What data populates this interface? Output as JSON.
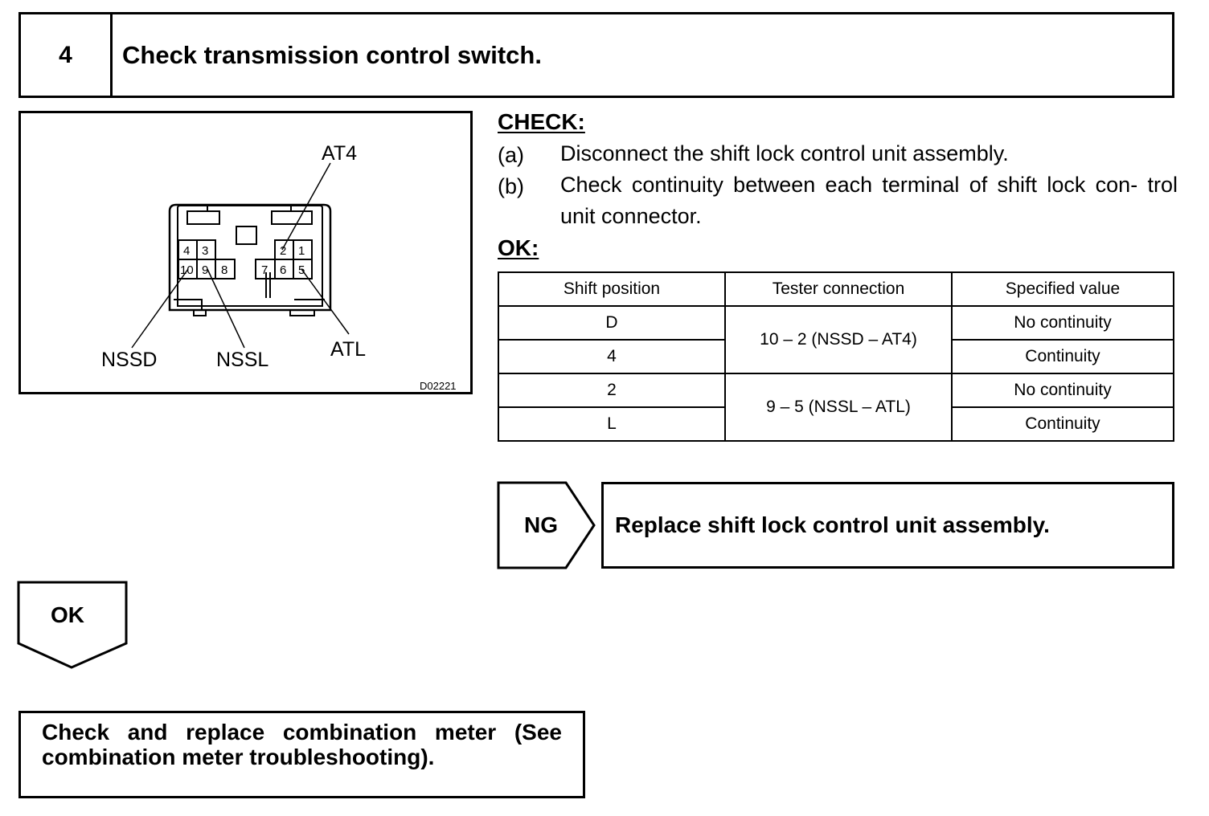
{
  "step": {
    "number": "4",
    "title": "Check transmission control switch."
  },
  "diagram": {
    "labels": {
      "at4": "AT4",
      "nssd": "NSSD",
      "nssl": "NSSL",
      "atl": "ATL"
    },
    "pins": {
      "p4": "4",
      "p3": "3",
      "p2": "2",
      "p1": "1",
      "p10": "10",
      "p9": "9",
      "p8": "8",
      "p7": "7",
      "p6": "6",
      "p5": "5"
    },
    "code": "D02221"
  },
  "check": {
    "heading": "CHECK:",
    "items": [
      {
        "tag": "(a)",
        "text": "Disconnect the shift lock control unit assembly."
      },
      {
        "tag": "(b)",
        "text": "Check continuity between each terminal of shift lock con- trol unit connector."
      }
    ]
  },
  "ok_heading": "OK:",
  "table": {
    "headers": [
      "Shift position",
      "Tester connection",
      "Specified value"
    ],
    "rows": [
      {
        "position": "D",
        "connection": "10 – 2 (NSSD – AT4)",
        "value": "No continuity"
      },
      {
        "position": "4",
        "connection": "",
        "value": "Continuity"
      },
      {
        "position": "2",
        "connection": "9 – 5 (NSSL – ATL)",
        "value": "No continuity"
      },
      {
        "position": "L",
        "connection": "",
        "value": "Continuity"
      }
    ]
  },
  "ng": {
    "label": "NG",
    "action": "Replace shift lock control unit assembly."
  },
  "ok": {
    "label": "OK"
  },
  "final": {
    "text": "Check and replace combination meter (See combination meter troubleshooting)."
  }
}
